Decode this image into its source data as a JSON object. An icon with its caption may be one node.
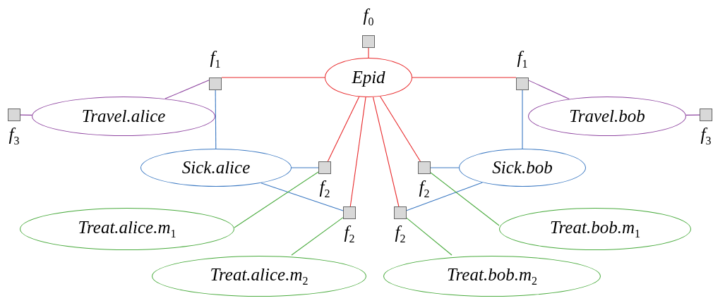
{
  "diagram": {
    "nodes": [
      {
        "text": [
          "f$_{0}$"
        ]
      },
      {
        "text": [
          "f$_{1}$"
        ]
      },
      {
        "text": [
          "Epid"
        ]
      },
      {
        "text": [
          "f$_{1}$"
        ]
      },
      {
        "text": [
          "f$_{3}$"
        ]
      },
      {
        "text": [
          "Travel.alice"
        ]
      },
      {
        "text": [
          "Travel.bob"
        ]
      },
      {
        "text": [
          "f$_{3}$"
        ]
      },
      {
        "text": [
          "Sick.alice"
        ]
      },
      {
        "text": [
          "f$_{2}$"
        ]
      },
      {
        "text": [
          "f$_{2}$"
        ]
      },
      {
        "text": [
          "Sick.bob"
        ]
      },
      {
        "text": [
          "f$_{2}$"
        ]
      },
      {
        "text": [
          "f$_{2}$"
        ]
      },
      {
        "text": [
          "Treat.alice.m$_{1}$"
        ]
      },
      {
        "text": [
          "Treat.bob.m$_{1}$"
        ]
      },
      {
        "text": [
          "Treat.alice.m$_{2}$"
        ]
      },
      {
        "text": [
          "Treat.bob.m$_{2}$"
        ]
      }
    ],
    "edges": [
      {
        "from": 0,
        "to": 2,
        "arrow": "none",
        "color": "#e8292b"
      },
      {
        "from": 1,
        "to": 2,
        "arrow": "none",
        "color": "#e8292b"
      },
      {
        "from": 3,
        "to": 2,
        "arrow": "none",
        "color": "#e8292b"
      },
      {
        "from": 9,
        "to": 2,
        "arrow": "none",
        "color": "#e8292b"
      },
      {
        "from": 12,
        "to": 2,
        "arrow": "none",
        "color": "#e8292b"
      },
      {
        "from": 13,
        "to": 2,
        "arrow": "none",
        "color": "#e8292b"
      },
      {
        "from": 10,
        "to": 2,
        "arrow": "none",
        "color": "#e8292b"
      },
      {
        "from": 1,
        "to": 5,
        "arrow": "none",
        "color": "#8e44a0"
      },
      {
        "from": 4,
        "to": 5,
        "arrow": "none",
        "color": "#8e44a0"
      },
      {
        "from": 3,
        "to": 6,
        "arrow": "none",
        "color": "#8e44a0"
      },
      {
        "from": 7,
        "to": 6,
        "arrow": "none",
        "color": "#8e44a0"
      },
      {
        "from": 1,
        "to": 8,
        "arrow": "none",
        "color": "#3a78c2"
      },
      {
        "from": 3,
        "to": 11,
        "arrow": "none",
        "color": "#3a78c2"
      },
      {
        "from": 9,
        "to": 8,
        "arrow": "none",
        "color": "#3a78c2"
      },
      {
        "from": 12,
        "to": 8,
        "arrow": "none",
        "color": "#3a78c2"
      },
      {
        "from": 10,
        "to": 11,
        "arrow": "none",
        "color": "#3a78c2"
      },
      {
        "from": 13,
        "to": 11,
        "arrow": "none",
        "color": "#3a78c2"
      },
      {
        "from": 9,
        "to": 14,
        "arrow": "none",
        "color": "#4aab3e"
      },
      {
        "from": 12,
        "to": 16,
        "arrow": "none",
        "color": "#4aab3e"
      },
      {
        "from": 10,
        "to": 15,
        "arrow": "none",
        "color": "#4aab3e"
      },
      {
        "from": 13,
        "to": 17,
        "arrow": "none",
        "color": "#4aab3e"
      }
    ]
  }
}
